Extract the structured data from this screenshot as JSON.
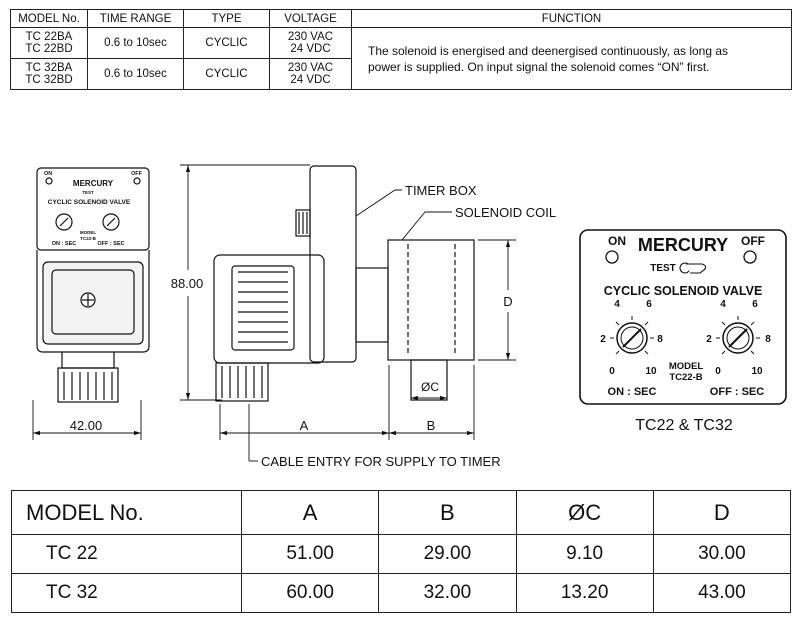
{
  "spec_table": {
    "headers": [
      "MODEL No.",
      "TIME RANGE",
      "TYPE",
      "VOLTAGE",
      "FUNCTION"
    ],
    "rows": [
      {
        "model": [
          "TC 22BA",
          "TC 22BD"
        ],
        "time_range": "0.6 to 10sec",
        "type": "CYCLIC",
        "voltage": [
          "230 VAC",
          "24 VDC"
        ]
      },
      {
        "model": [
          "TC 32BA",
          "TC 32BD"
        ],
        "time_range": "0.6 to 10sec",
        "type": "CYCLIC",
        "voltage": [
          "230 VAC",
          "24 VDC"
        ]
      }
    ],
    "function_text": [
      "The solenoid is energised and deenergised continuously, as long as",
      "power is supplied. On input signal the solenoid comes “ON” first."
    ]
  },
  "drawing": {
    "dimensions": {
      "width": "42.00",
      "height": "88.00",
      "a": "A",
      "b": "B",
      "c": "ØC",
      "d": "D"
    },
    "callouts": {
      "timer_box": "TIMER BOX",
      "solenoid_coil": "SOLENOID COIL",
      "cable_entry": "CABLE ENTRY FOR SUPPLY TO TIMER"
    },
    "panel": {
      "brand": "MERCURY",
      "on": "ON",
      "off": "OFF",
      "test": "TEST",
      "title": "CYCLIC SOLENOID VALVE",
      "model_label": "MODEL",
      "model_value": "TC22-B",
      "on_sec": "ON : SEC",
      "off_sec": "OFF : SEC",
      "scale": [
        "4",
        "6",
        "2",
        "8",
        "0",
        "10"
      ]
    },
    "caption": "TC22 & TC32"
  },
  "dims_table": {
    "headers": [
      "MODEL No.",
      "A",
      "B",
      "ØC",
      "D"
    ],
    "rows": [
      [
        "TC 22",
        "51.00",
        "29.00",
        "9.10",
        "30.00"
      ],
      [
        "TC 32",
        "60.00",
        "32.00",
        "13.20",
        "43.00"
      ]
    ]
  }
}
